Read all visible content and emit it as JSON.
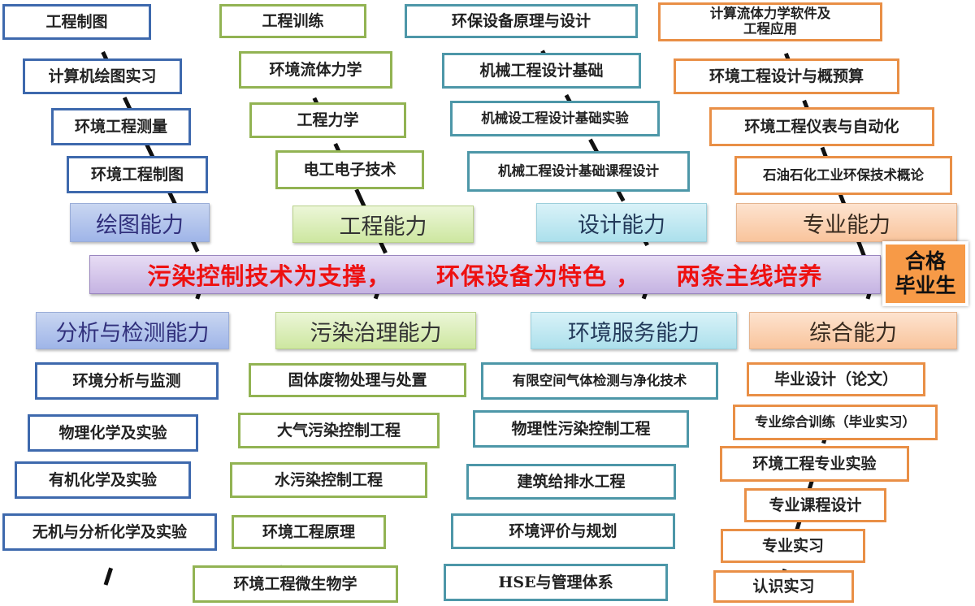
{
  "banner": {
    "part1": "污染控制技术为支撑，",
    "part2": "环保设备为特色 ，",
    "part3": "两条主线培养"
  },
  "graduate": {
    "line1": "合格",
    "line2": "毕业生"
  },
  "colors": {
    "blue_border": "#3e69ad",
    "green_border": "#92b353",
    "teal_border": "#4d97a8",
    "orange_border": "#e98f46",
    "banner_text": "#ee1111",
    "graduate_fill": "#f79a47"
  },
  "top_categories": {
    "drawing": "绘图能力",
    "engineering": "工程能力",
    "design": "设计能力",
    "professional": "专业能力"
  },
  "bottom_categories": {
    "analysis": "分析与检测能力",
    "pollution": "污染治理能力",
    "service": "环境服务能力",
    "comprehensive": "综合能力"
  },
  "drawing_courses": [
    "工程制图",
    "计算机绘图实习",
    "环境工程测量",
    "环境工程制图"
  ],
  "engineering_courses": [
    "工程训练",
    "环境流体力学",
    "工程力学",
    "电工电子技术"
  ],
  "design_courses": [
    "环保设备原理与设计",
    "机械工程设计基础",
    "机械设工程设计基础实验",
    "机械工程设计基础课程设计"
  ],
  "professional_courses": [
    "计算流体力学软件及",
    "工程应用",
    "环境工程设计与概预算",
    "环境工程仪表与自动化",
    "石油石化工业环保技术概论"
  ],
  "analysis_courses": [
    "环境分析与监测",
    "物理化学及实验",
    "有机化学及实验",
    "无机与分析化学及实验"
  ],
  "pollution_courses": [
    "固体废物处理与处置",
    "大气污染控制工程",
    "水污染控制工程",
    "环境工程原理",
    "环境工程微生物学"
  ],
  "service_courses": [
    "有限空间气体检测与净化技术",
    "物理性污染控制工程",
    "建筑给排水工程",
    "环境评价与规划",
    "HSE与管理体系"
  ],
  "comprehensive_courses": [
    "毕业设计（论文）",
    "专业综合训练（毕业实习）",
    "环境工程专业实验",
    "专业课程设计",
    "专业实习",
    "认识实习"
  ]
}
